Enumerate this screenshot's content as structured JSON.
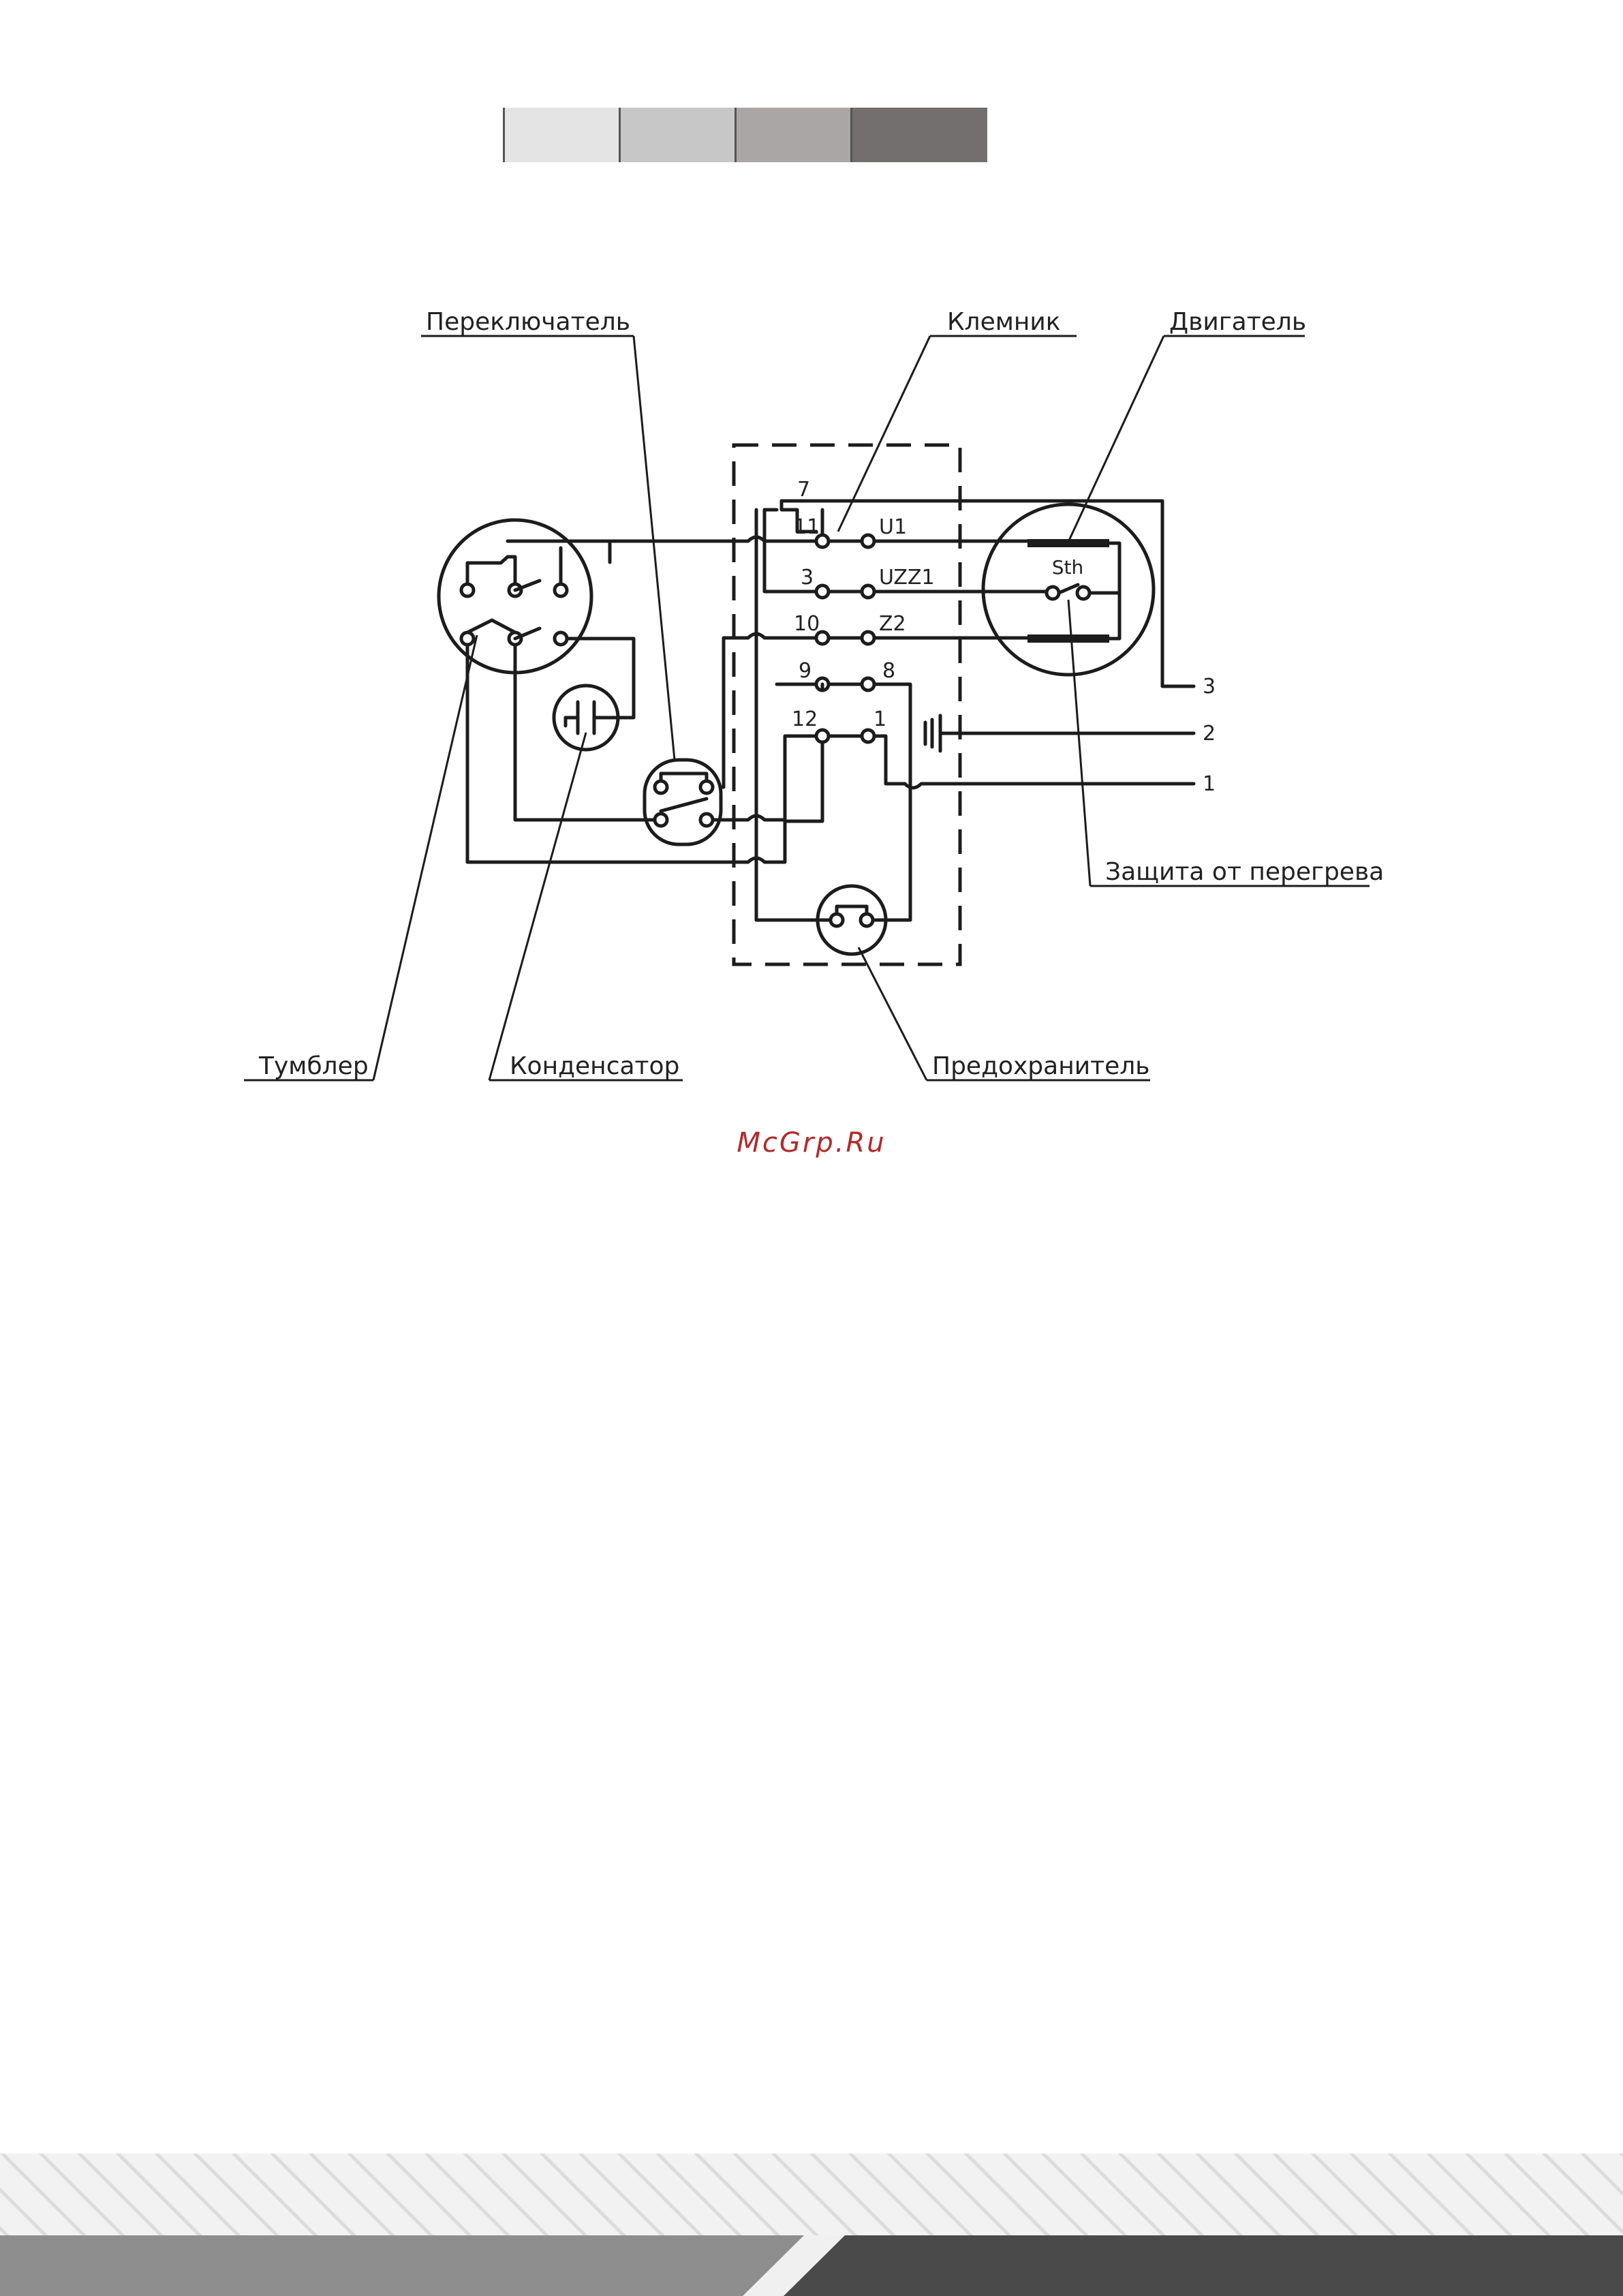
{
  "color_strip": [
    "#e4e4e4",
    "#c8c7c7",
    "#aaa6a5",
    "#736f6e"
  ],
  "labels": {
    "switch": "Переключатель",
    "terminal_block": "Клемник",
    "motor": "Двигатель",
    "toggle": "Тумблер",
    "capacitor": "Конденсатор",
    "fuse": "Предохранитель",
    "overheat": "Защита от перегрева"
  },
  "terminals": {
    "t7": "7",
    "t11": "11",
    "t3": "3",
    "t10": "10",
    "t9": "9",
    "t8": "8",
    "t12": "12",
    "t1": "1",
    "u1": "U1",
    "uzz1": "UZZ1",
    "z2": "Z2"
  },
  "motor_sth": "Sth",
  "outputs": {
    "o3": "3",
    "o2": "2",
    "o1": "1"
  },
  "watermark": "McGrp.Ru"
}
